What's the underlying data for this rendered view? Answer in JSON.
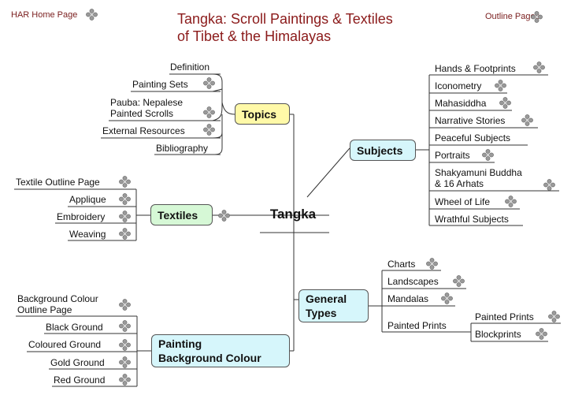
{
  "header": {
    "home_link": "HAR Home Page",
    "outline_link": "Outline Pages",
    "title_line1": "Tangka: Scroll Paintings & Textiles",
    "title_line2": "of Tibet & the Himalayas",
    "title_color": "#8b1a1a"
  },
  "center": {
    "label": "Tangka"
  },
  "topics": {
    "label": "Topics",
    "color": "#fff9a8",
    "items": [
      "Definition",
      "Painting Sets",
      "Pauba: Nepalese",
      "Painted Scrolls",
      "External Resources",
      "Bibliography"
    ]
  },
  "subjects": {
    "label": "Subjects",
    "color": "#d6f6fb",
    "items": [
      "Hands & Footprints",
      "Iconometry",
      "Mahasiddha",
      "Narrative Stories",
      "Peaceful Subjects",
      "Portraits",
      "Shakyamuni Buddha",
      "& 16 Arhats",
      "Wheel of Life",
      "Wrathful Subjects"
    ]
  },
  "textiles": {
    "label": "Textiles",
    "color": "#d6f8d6",
    "items": [
      "Textile Outline Page",
      "Applique",
      "Embroidery",
      "Weaving"
    ]
  },
  "general_types": {
    "label_line1": "General",
    "label_line2": "Types",
    "color": "#d6f6fb",
    "items": [
      "Charts",
      "Landscapes",
      "Mandalas",
      "Painted Prints"
    ],
    "sub_items": [
      "Painted Prints",
      "Blockprints"
    ]
  },
  "background": {
    "label_line1": "Painting",
    "label_line2": "Background Colour",
    "color": "#d6f6fb",
    "items": [
      "Background Colour",
      "Outline Page",
      "Black Ground",
      "Coloured Ground",
      "Gold Ground",
      "Red Ground"
    ]
  },
  "icon": "expand-link-icon"
}
